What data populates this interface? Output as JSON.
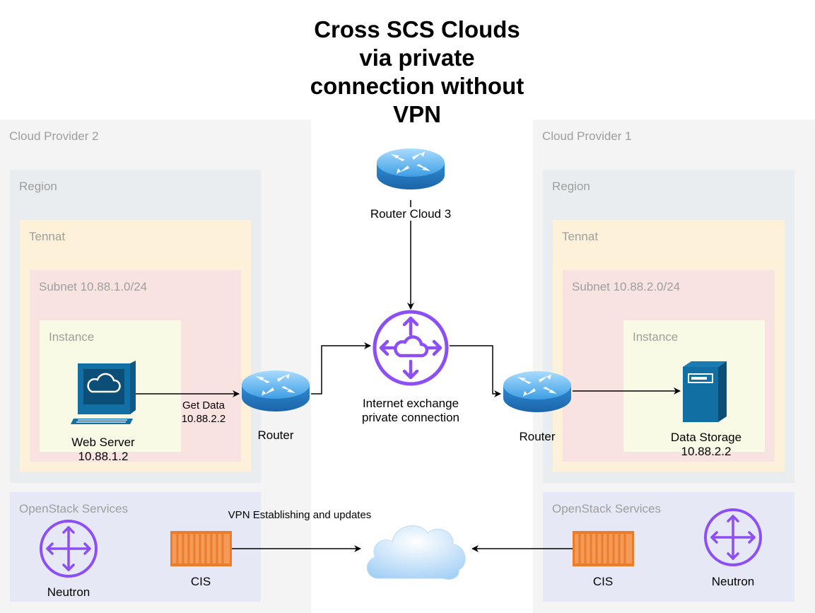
{
  "title": "Cross SCS Clouds via private connection without VPN",
  "providers": [
    {
      "name": "Cloud Provider 2",
      "region": "Region",
      "tenant": "Tennat",
      "subnet": "Subnet 10.88.1.0/24",
      "instance": "Instance",
      "server": {
        "name": "Web Server",
        "ip": "10.88.1.2"
      },
      "router": "Router",
      "services": {
        "label": "OpenStack Services",
        "neutron": "Neutron",
        "cis": "CIS"
      }
    },
    {
      "name": "Cloud Provider 1",
      "region": "Region",
      "tenant": "Tennat",
      "subnet": "Subnet 10.88.2.0/24",
      "instance": "Instance",
      "server": {
        "name": "Data Storage",
        "ip": "10.88.2.2"
      },
      "router": "Router",
      "services": {
        "label": "OpenStack Services",
        "neutron": "Neutron",
        "cis": "CIS"
      }
    }
  ],
  "center": {
    "router_cloud3": "Router Cloud 3",
    "ix": {
      "line1": "Internet exchange",
      "line2": "private connection"
    }
  },
  "edges": {
    "get_data": {
      "line1": "Get Data",
      "line2": "10.88.2.2"
    },
    "vpn": "VPN Establishing and updates"
  },
  "colors": {
    "router_blue": "#3aa0e6",
    "ix_purple": "#8c4ff5",
    "cis_orange": "#ec7c2a",
    "server_blue": "#116fa3",
    "cloud_blue": "#cfe6fb"
  },
  "icons": [
    "router-icon",
    "internet-exchange-icon",
    "web-server-icon",
    "data-storage-icon",
    "neutron-icon",
    "cis-container-icon",
    "cloud-icon"
  ]
}
